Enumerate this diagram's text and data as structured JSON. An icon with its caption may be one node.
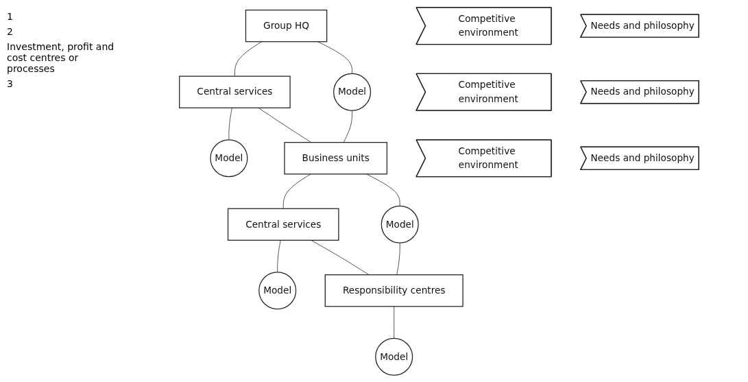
{
  "diagram": {
    "nodes": [
      {
        "text": [
          "Group HQ"
        ]
      },
      {
        "text": [
          "Competitive environment"
        ]
      },
      {
        "text": [
          "Needs and philosophy"
        ]
      },
      {
        "text": [
          "Model"
        ]
      },
      {
        "text": [
          "Central services"
        ]
      },
      {
        "text": [
          "Model"
        ]
      },
      {
        "text": [
          "Business units"
        ]
      },
      {
        "text": [
          "Competitive environment"
        ]
      },
      {
        "text": [
          "Needs and philosophy"
        ]
      },
      {
        "text": [
          "Model"
        ]
      },
      {
        "text": [
          "Central services"
        ]
      },
      {
        "text": [
          "Model"
        ]
      },
      {
        "text": [
          "Responsibility centres"
        ]
      },
      {
        "text": [
          "Competitive environment"
        ]
      },
      {
        "text": [
          "Needs and philosophy"
        ]
      },
      {
        "text": [
          "Model"
        ]
      }
    ],
    "edges": [
      {
        "from": 0,
        "to": 3,
        "arrow": "none"
      },
      {
        "from": 0,
        "to": 4,
        "arrow": "none"
      },
      {
        "from": 4,
        "to": 5,
        "arrow": "none"
      },
      {
        "from": 3,
        "to": 6,
        "arrow": "none"
      },
      {
        "from": 4,
        "to": 6,
        "arrow": "none"
      },
      {
        "from": 6,
        "to": 9,
        "arrow": "none"
      },
      {
        "from": 6,
        "to": 10,
        "arrow": "none"
      },
      {
        "from": 10,
        "to": 11,
        "arrow": "none"
      },
      {
        "from": 9,
        "to": 12,
        "arrow": "none"
      },
      {
        "from": 10,
        "to": 12,
        "arrow": "none"
      },
      {
        "from": 12,
        "to": 15,
        "arrow": "none"
      }
    ],
    "labels": [
      "1",
      "2",
      "Investment, profit and cost centres or processes",
      "3"
    ]
  }
}
